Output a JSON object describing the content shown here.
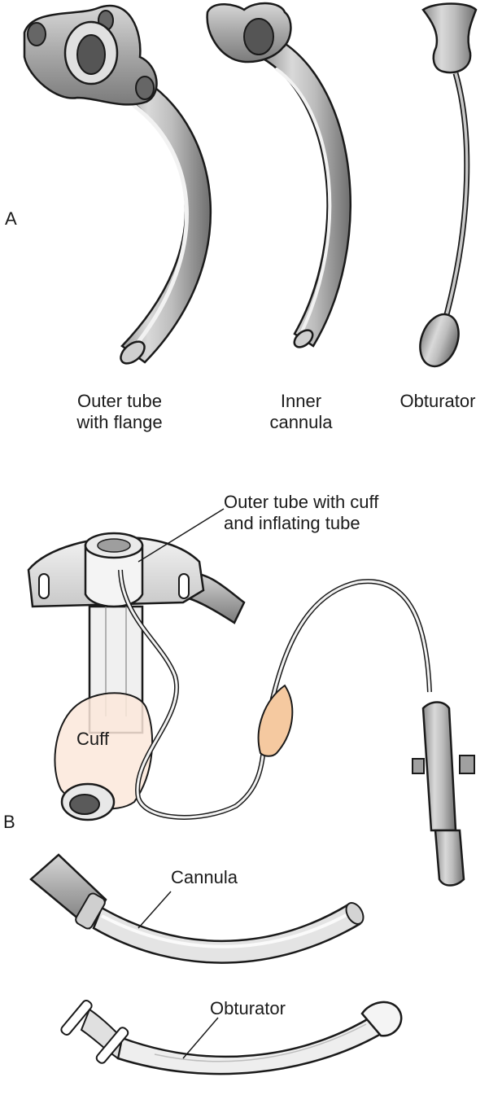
{
  "panel_a": {
    "letter": "A",
    "labels": {
      "outer_tube": [
        "Outer tube",
        "with flange"
      ],
      "inner_cannula": [
        "Inner",
        "cannula"
      ],
      "obturator": "Obturator"
    }
  },
  "panel_b": {
    "letter": "B",
    "labels": {
      "outer_tube_cuff": [
        "Outer tube with cuff",
        "and inflating tube"
      ],
      "cuff": "Cuff",
      "cannula": "Cannula",
      "obturator": "Obturator"
    }
  },
  "colors": {
    "metal_dark": "#7a7a7a",
    "metal_mid": "#a9a9a9",
    "metal_light": "#d9d9d9",
    "line": "#1a1a1a",
    "pilot_balloon": "#f5c9a0",
    "cuff_tint": "#fbe7da",
    "plastic": "#e6e6e6"
  }
}
